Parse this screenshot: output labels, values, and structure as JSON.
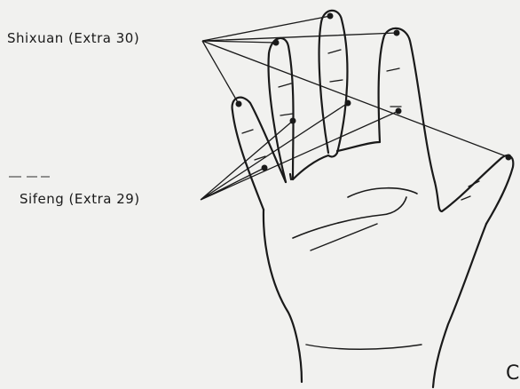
{
  "labels": {
    "shixuan": "Shixuan (Extra 30)",
    "sifeng": "Sifeng (Extra 29)",
    "corner": "C"
  },
  "colors": {
    "ink": "#1a1a1a",
    "paper": "#f1f1ef"
  }
}
